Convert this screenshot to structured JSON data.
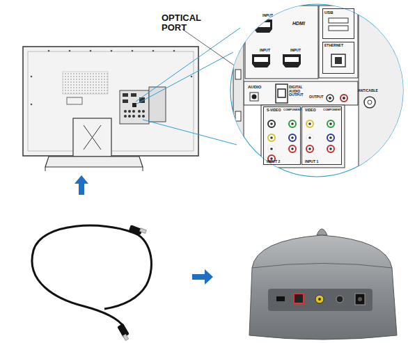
{
  "diagram": {
    "nodes": [
      {
        "text": [
          "USB"
        ]
      },
      {
        "text": [
          "ETHERNET"
        ]
      },
      {
        "text": [
          "S-VIDEO",
          "COMPONENT",
          "INPUT 2"
        ]
      },
      {
        "text": [
          "VIDEO",
          "COMPONENT",
          "INPUT 1"
        ]
      }
    ],
    "labels": [
      "OPTICAL PORT",
      "INPUT",
      "INPUT",
      "INPUT",
      "HDMI",
      "AUDIO",
      "DIGITAL AUDIO OUTPUT",
      "OUTPUT",
      "ANT/CABLE"
    ]
  }
}
